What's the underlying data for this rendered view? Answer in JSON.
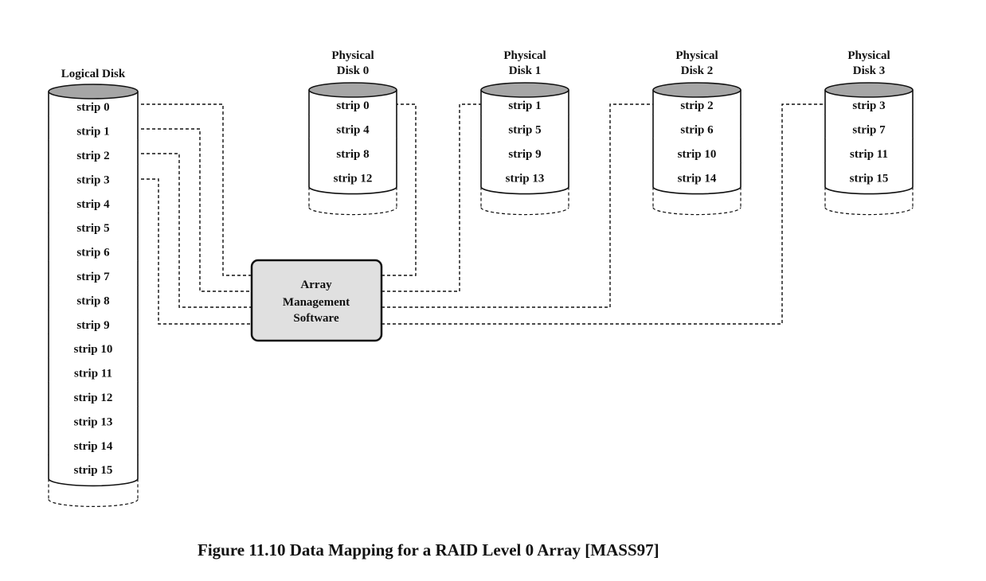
{
  "logical_disk": {
    "title": "Logical Disk",
    "strips": [
      "strip 0",
      "strip 1",
      "strip 2",
      "strip 3",
      "strip 4",
      "strip 5",
      "strip 6",
      "strip 7",
      "strip 8",
      "strip 9",
      "strip 10",
      "strip 11",
      "strip 12",
      "strip 13",
      "strip 14",
      "strip 15"
    ]
  },
  "physical_disks": [
    {
      "title_line1": "Physical",
      "title_line2": "Disk 0",
      "strips": [
        "strip 0",
        "strip 4",
        "strip 8",
        "strip 12"
      ]
    },
    {
      "title_line1": "Physical",
      "title_line2": "Disk 1",
      "strips": [
        "strip 1",
        "strip 5",
        "strip 9",
        "strip 13"
      ]
    },
    {
      "title_line1": "Physical",
      "title_line2": "Disk 2",
      "strips": [
        "strip 2",
        "strip 6",
        "strip 10",
        "strip 14"
      ]
    },
    {
      "title_line1": "Physical",
      "title_line2": "Disk 3",
      "strips": [
        "strip 3",
        "strip 7",
        "strip 11",
        "strip 15"
      ]
    }
  ],
  "array_management": {
    "line1": "Array",
    "line2": "Management",
    "line3": "Software"
  },
  "caption": "Figure 11.10  Data Mapping for a RAID Level 0 Array [MASS97]",
  "colors": {
    "disk_top": "#a6a6a6",
    "box_fill": "#e0e0e0",
    "line": "#111111"
  }
}
